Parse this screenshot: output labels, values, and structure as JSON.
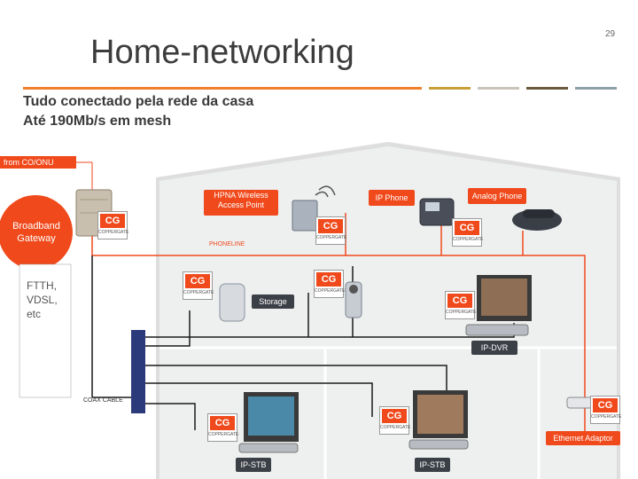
{
  "slide": {
    "title": "Home-networking",
    "page_number": "29",
    "subtitle_lines": [
      "Tudo conectado pela rede da casa",
      "Até 190Mb/s em mesh"
    ],
    "accent_bars": [
      "#f0802a",
      "#c8a03a",
      "#c9c4bb",
      "#6b5a40",
      "#8ea0a8"
    ]
  },
  "diagram": {
    "from_co_label": "from CO/ONU",
    "gateway_label": "Broadband Gateway",
    "access_types": [
      "FTTH,",
      "VDSL,",
      "etc"
    ],
    "hpna_label": "HPNA Wireless Access Point",
    "ip_phone_label": "IP Phone",
    "analog_phone_label": "Analog Phone",
    "phoneline_label": "PHONELINE",
    "storage_label": "Storage",
    "ip_dvr_label": "IP-DVR",
    "coax_label": "COAX CABLE",
    "ip_stb_1_label": "IP-STB",
    "ip_stb_2_label": "IP-STB",
    "ethernet_adaptor_label": "Ethernet Adaptor",
    "chip_logo_text": "CG",
    "chip_caption": "COPPERGATE",
    "colors": {
      "orange": "#f04a1c",
      "dark_tag": "#3b3f46",
      "house": "#dcdcdc",
      "cable": "#1a1a1a"
    }
  }
}
